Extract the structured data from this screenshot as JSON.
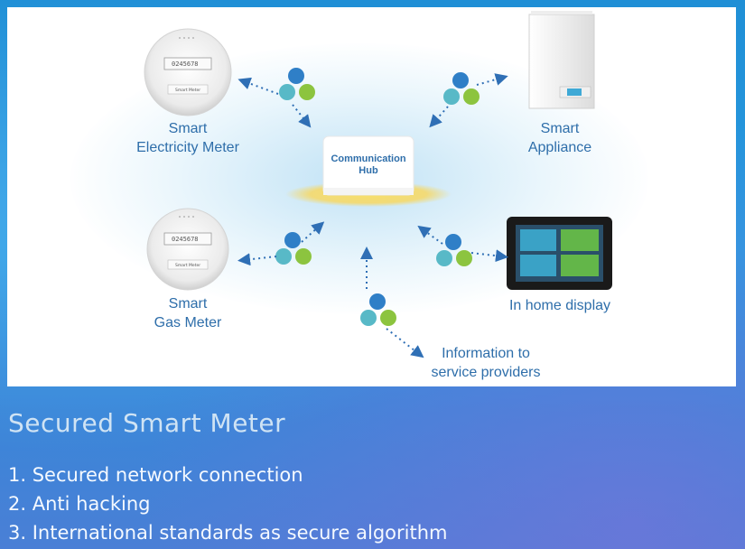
{
  "diagram": {
    "hub_label": "Communication Hub",
    "nodes": {
      "electricity_meter": {
        "line1": "Smart",
        "line2": "Electricity Meter"
      },
      "appliance": {
        "line1": "Smart",
        "line2": "Appliance"
      },
      "gas_meter": {
        "line1": "Smart",
        "line2": "Gas Meter"
      },
      "home_display": {
        "line1": "In home display"
      },
      "providers": {
        "line1": "Information to",
        "line2": "service providers"
      }
    },
    "meter_reading": "0245678",
    "meter_brand": "Smart Meter"
  },
  "slide": {
    "title": "Secured Smart Meter",
    "items": [
      "1. Secured  network connection",
      "2. Anti hacking",
      "3. International standards as secure algorithm"
    ]
  },
  "colors": {
    "label_blue": "#2e6eaa",
    "node_blue": "#2f7fc7",
    "node_teal": "#58b9c7",
    "node_green": "#8cc43f",
    "hub_glow": "#f5d96b"
  }
}
